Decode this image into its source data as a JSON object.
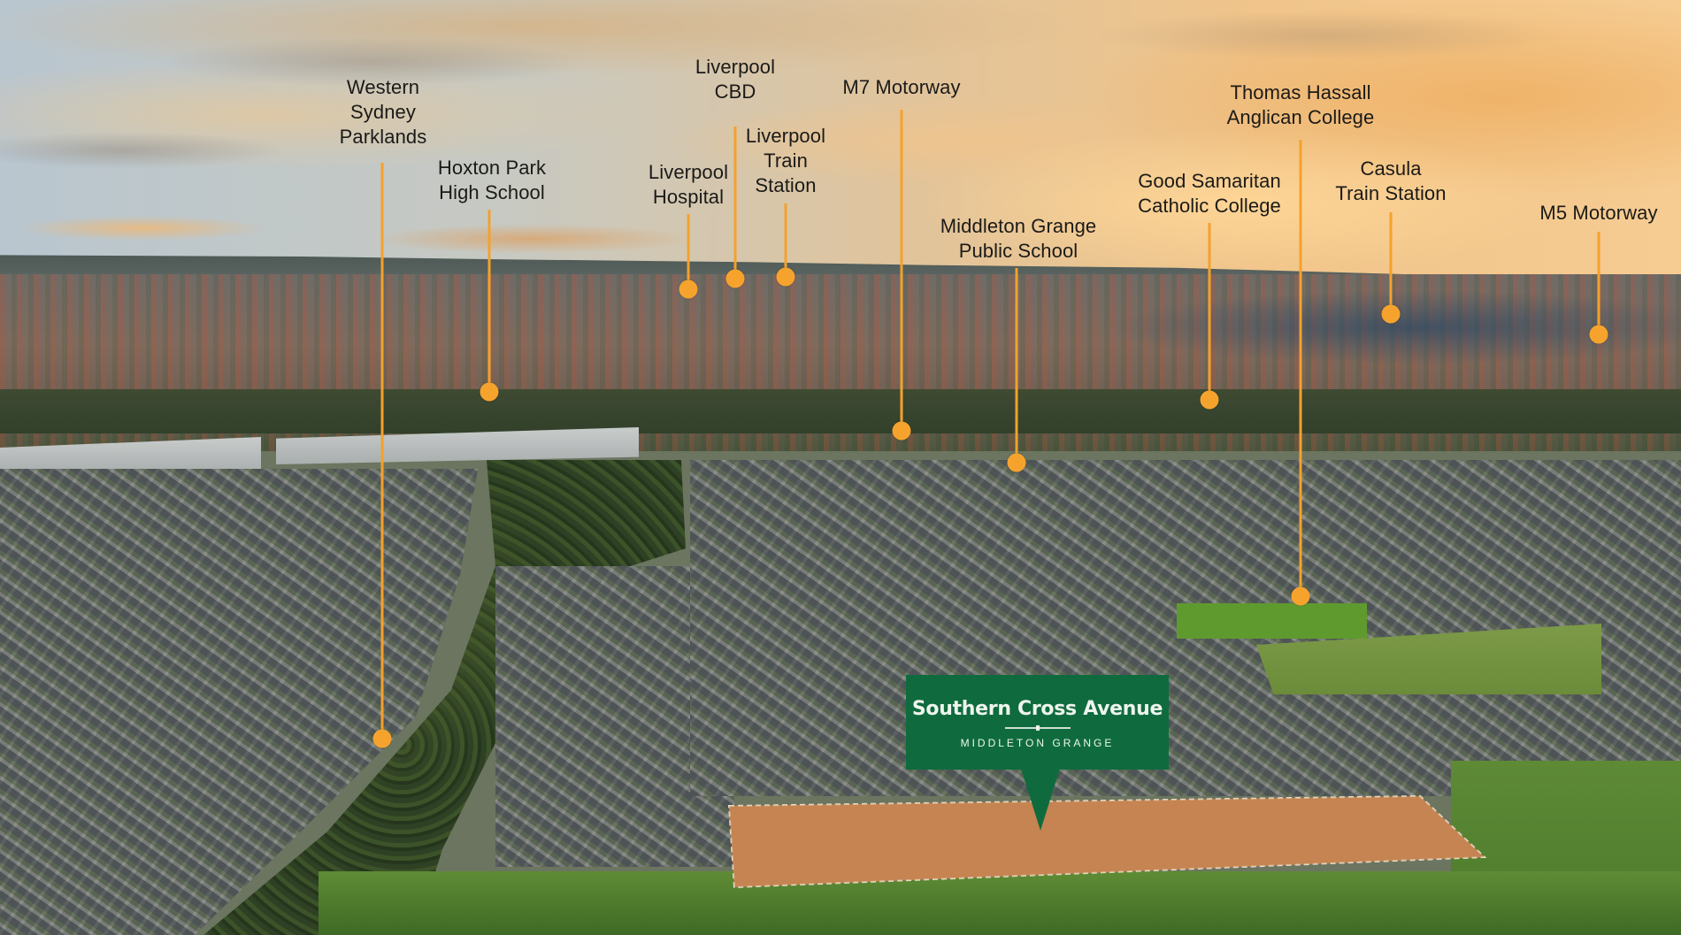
{
  "callout": {
    "title": "Southern Cross Avenue",
    "subtitle": "MIDDLETON GRANGE",
    "color": "#0f6b3d"
  },
  "marker_color": "#f6a32e",
  "landmarks": [
    {
      "id": "western-sydney-parklands",
      "lines": [
        "Western",
        "Sydney",
        "Parklands"
      ]
    },
    {
      "id": "hoxton-park-high-school",
      "lines": [
        "Hoxton Park",
        "High School"
      ]
    },
    {
      "id": "liverpool-hospital",
      "lines": [
        "Liverpool",
        "Hospital"
      ]
    },
    {
      "id": "liverpool-cbd",
      "lines": [
        "Liverpool",
        "CBD"
      ]
    },
    {
      "id": "liverpool-train-station",
      "lines": [
        "Liverpool",
        "Train",
        "Station"
      ]
    },
    {
      "id": "m7-motorway",
      "lines": [
        "M7 Motorway"
      ]
    },
    {
      "id": "middleton-grange-public-school",
      "lines": [
        "Middleton Grange",
        "Public School"
      ]
    },
    {
      "id": "good-samaritan-catholic-college",
      "lines": [
        "Good Samaritan",
        "Catholic College"
      ]
    },
    {
      "id": "thomas-hassall-anglican-college",
      "lines": [
        "Thomas Hassall",
        "Anglican College"
      ]
    },
    {
      "id": "casula-train-station",
      "lines": [
        "Casula",
        "Train Station"
      ]
    },
    {
      "id": "m5-motorway",
      "lines": [
        "M5 Motorway"
      ]
    }
  ]
}
